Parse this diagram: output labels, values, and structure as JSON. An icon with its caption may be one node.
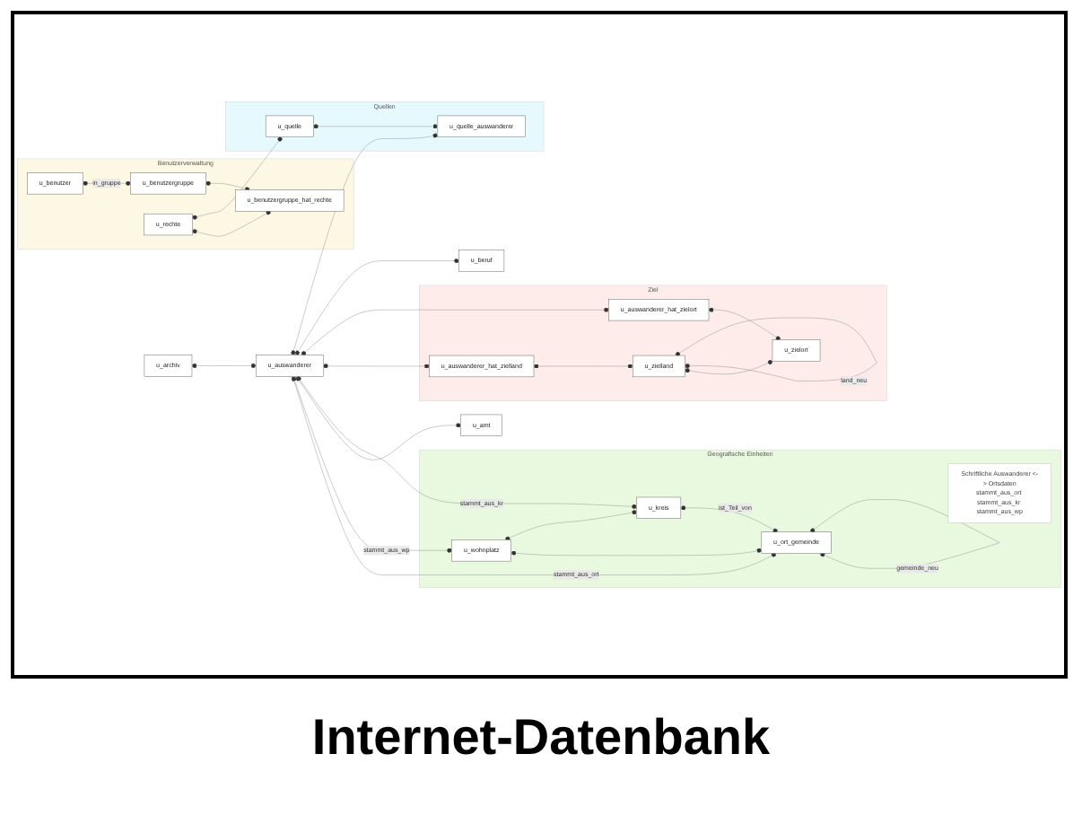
{
  "diagram": {
    "title": "Internet-Datenbank",
    "nodes": [
      {
        "text": [
          "Benutzerverwaltung"
        ]
      },
      {
        "text": [
          "Quellen"
        ]
      },
      {
        "text": [
          "Ziel"
        ]
      },
      {
        "text": [
          "Geografische Einheiten"
        ]
      },
      {
        "text": [
          "u_archiv"
        ]
      },
      {
        "text": [
          "u_auswanderer"
        ]
      },
      {
        "text": [
          "u_benutzer"
        ],
        "in": 0
      },
      {
        "text": [
          "u_benutzergruppe"
        ],
        "in": 0
      },
      {
        "text": [
          "u_benutzergruppe_hat_rechte"
        ],
        "in": 0
      },
      {
        "text": [
          "u_rechte"
        ],
        "in": 0
      },
      {
        "text": [
          "u_quelle_auswanderer"
        ],
        "in": 1
      },
      {
        "text": [
          "u_quelle"
        ],
        "in": 1
      },
      {
        "text": [
          "u_auswanderer_hat_zielland"
        ],
        "in": 2
      },
      {
        "text": [
          "u_auswanderer_hat_zielort"
        ],
        "in": 2
      },
      {
        "text": [
          "u_zielland"
        ],
        "in": 2
      },
      {
        "text": [
          "u_zielort"
        ],
        "in": 2
      },
      {
        "text": [
          "u_beruf"
        ]
      },
      {
        "text": [
          "u_amt"
        ]
      },
      {
        "text": [
          "u_wohnplatz"
        ],
        "in": 3
      },
      {
        "text": [
          "u_ort_gemeinde"
        ],
        "in": 3
      },
      {
        "text": [
          "u_kreis"
        ],
        "in": 3
      },
      {
        "text": [
          "Schriftliche Auswanderer <-> Ortsdaten",
          "stammt_aus_ort stammt_aus_kr stammt_aus_wp"
        ],
        "in": 3
      }
    ],
    "edges": [
      {
        "from": 4,
        "to": 5,
        "arrow": "other"
      },
      {
        "from": 5,
        "to": 19,
        "arrow": "other",
        "label": "stammt_aus_ort"
      },
      {
        "from": 5,
        "to": 18,
        "arrow": "other",
        "label": "stammt_aus_wp"
      },
      {
        "from": 5,
        "to": 17,
        "arrow": "other"
      },
      {
        "from": 5,
        "to": 20,
        "arrow": "other",
        "label": "stammt_aus_kr"
      },
      {
        "from": 6,
        "to": 7,
        "arrow": "other",
        "label": "in_gruppe"
      },
      {
        "from": 7,
        "to": 8,
        "arrow": "other"
      },
      {
        "from": 9,
        "to": 8,
        "arrow": "other"
      },
      {
        "from": 5,
        "to": 10,
        "arrow": "other"
      },
      {
        "from": 11,
        "to": 10,
        "arrow": "other"
      },
      {
        "from": 9,
        "to": 11,
        "arrow": "other"
      },
      {
        "from": 5,
        "to": 12,
        "arrow": "other"
      },
      {
        "from": 5,
        "to": 13,
        "arrow": "other"
      },
      {
        "from": 5,
        "to": 16,
        "arrow": "other"
      },
      {
        "from": 12,
        "to": 14,
        "arrow": "other"
      },
      {
        "from": 13,
        "to": 15,
        "arrow": "other"
      },
      {
        "from": 14,
        "to": 15,
        "arrow": "other"
      },
      {
        "from": 14,
        "to": 14,
        "arrow": "other",
        "label": "land_neu"
      },
      {
        "from": 18,
        "to": 19,
        "arrow": "other"
      },
      {
        "from": 18,
        "to": 20,
        "arrow": "other"
      },
      {
        "from": 20,
        "to": 19,
        "arrow": "other",
        "label": "ist_Teil_von"
      },
      {
        "from": 19,
        "to": 19,
        "arrow": "other",
        "label": "gemeinde_neu"
      }
    ]
  }
}
